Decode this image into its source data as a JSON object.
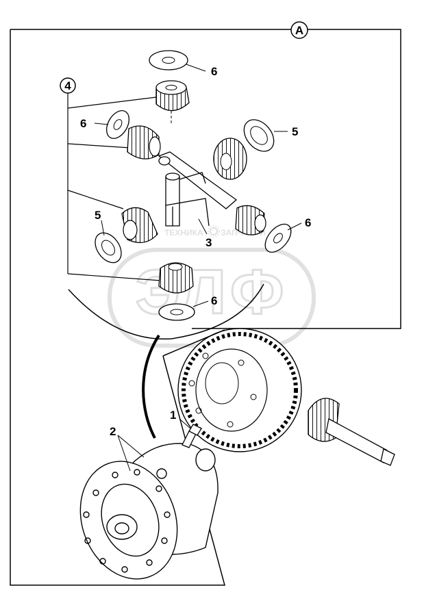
{
  "diagram": {
    "detail_view_label": "A",
    "callouts": {
      "bolt": "1",
      "housing": "2",
      "cross_shaft": "3",
      "gear_set": "4",
      "washer_5_right": "5",
      "washer_5_left": "5",
      "washer_6_top": "6",
      "washer_6_left": "6",
      "washer_6_right": "6",
      "washer_6_bottom": "6"
    },
    "watermark": {
      "logo_text": "ЭЛФ",
      "left_text": "ТЕХНИКА",
      "right_text": "ЗАПЧАСТИ"
    }
  }
}
